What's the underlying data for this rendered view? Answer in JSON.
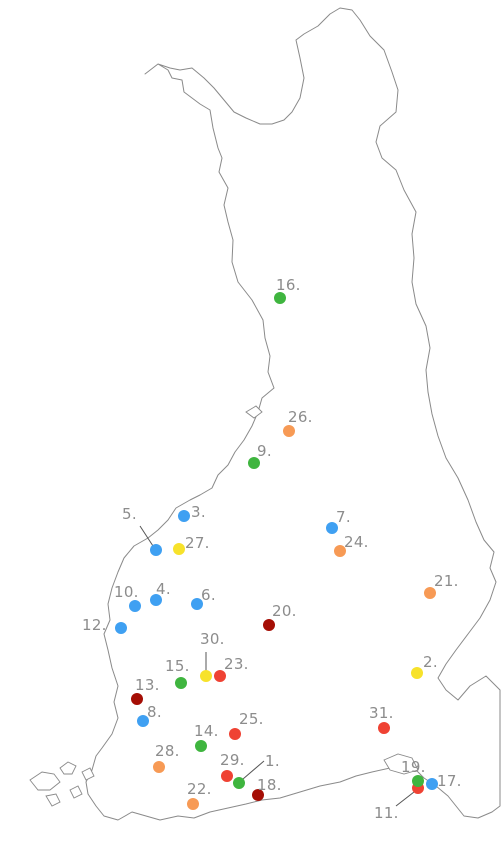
{
  "map": {
    "colors": {
      "blue": "#3fa0f2",
      "green": "#3fb53f",
      "red": "#ef4233",
      "darkred": "#a50e05",
      "orange": "#f79a55",
      "yellow": "#f7e22b"
    },
    "markers": [
      {
        "label": "1.",
        "color": "green"
      },
      {
        "label": "2.",
        "color": "yellow"
      },
      {
        "label": "3.",
        "color": "blue"
      },
      {
        "label": "4.",
        "color": "blue"
      },
      {
        "label": "5.",
        "color": "blue"
      },
      {
        "label": "6.",
        "color": "blue"
      },
      {
        "label": "7.",
        "color": "blue"
      },
      {
        "label": "8.",
        "color": "blue"
      },
      {
        "label": "9.",
        "color": "green"
      },
      {
        "label": "10.",
        "color": "blue"
      },
      {
        "label": "11.",
        "color": "red"
      },
      {
        "label": "12.",
        "color": "blue"
      },
      {
        "label": "13.",
        "color": "darkred"
      },
      {
        "label": "14.",
        "color": "green"
      },
      {
        "label": "15.",
        "color": "green"
      },
      {
        "label": "16.",
        "color": "green"
      },
      {
        "label": "17.",
        "color": "blue"
      },
      {
        "label": "18.",
        "color": "darkred"
      },
      {
        "label": "19.",
        "color": "green"
      },
      {
        "label": "20.",
        "color": "darkred"
      },
      {
        "label": "21.",
        "color": "orange"
      },
      {
        "label": "22.",
        "color": "orange"
      },
      {
        "label": "23.",
        "color": "red"
      },
      {
        "label": "24.",
        "color": "orange"
      },
      {
        "label": "25.",
        "color": "red"
      },
      {
        "label": "26.",
        "color": "orange"
      },
      {
        "label": "27.",
        "color": "yellow"
      },
      {
        "label": "28.",
        "color": "orange"
      },
      {
        "label": "29.",
        "color": "red"
      },
      {
        "label": "30.",
        "color": "yellow"
      },
      {
        "label": "31.",
        "color": "red"
      }
    ]
  }
}
